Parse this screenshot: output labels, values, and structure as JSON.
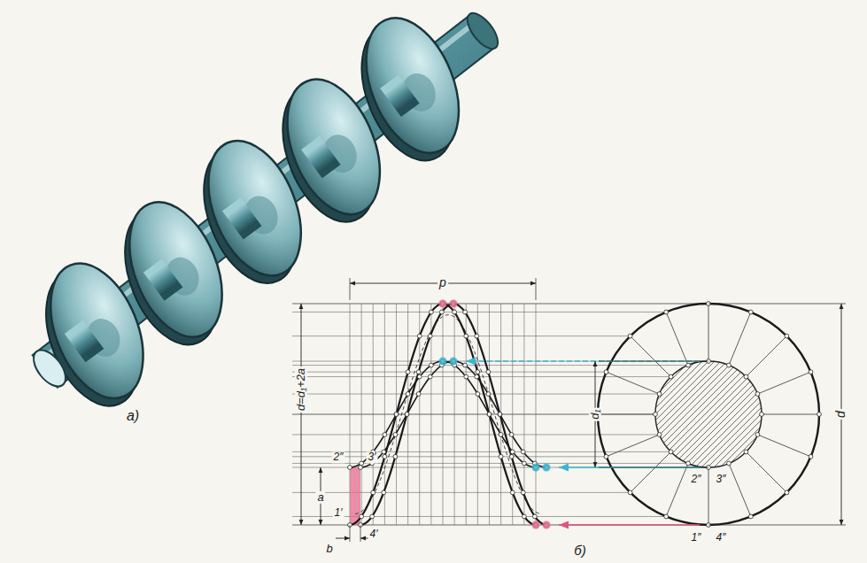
{
  "diagram": {
    "labels": [
      "а)",
      "p",
      "d=d₁+2a",
      "d₁",
      "d",
      "a",
      "b",
      "2″",
      "3′",
      "1′",
      "4′",
      "2″",
      "3″",
      "1″",
      "4″",
      "б)"
    ]
  }
}
